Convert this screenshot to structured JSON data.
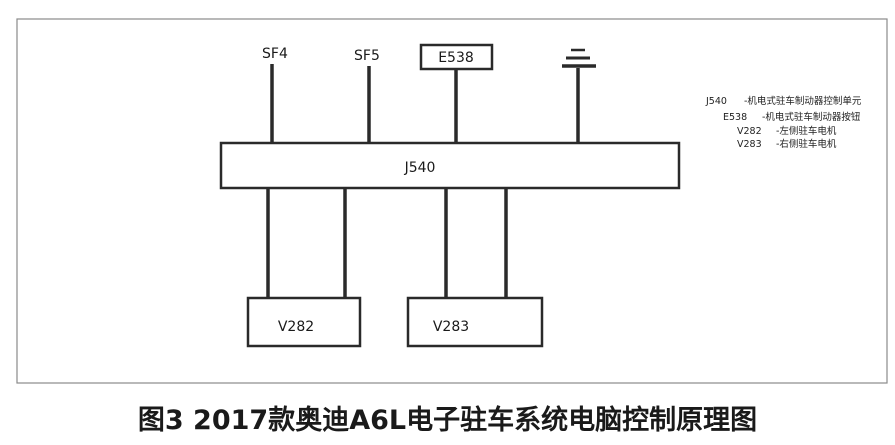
{
  "diagram": {
    "supply_1": "SF4",
    "supply_2": "SF5",
    "button": "E538",
    "controller": "J540",
    "motor_left": "V282",
    "motor_right": "V283",
    "ground_symbol": "ground-icon"
  },
  "legend": [
    {
      "code": "J540",
      "desc": "-机电式驻车制动器控制单元"
    },
    {
      "code": "E538",
      "desc": "-机电式驻车制动器按钮"
    },
    {
      "code": "V282",
      "desc": "-左侧驻车电机"
    },
    {
      "code": "V283",
      "desc": "-右侧驻车电机"
    }
  ],
  "caption": "图3 2017款奥迪A6L电子驻车系统电脑控制原理图"
}
